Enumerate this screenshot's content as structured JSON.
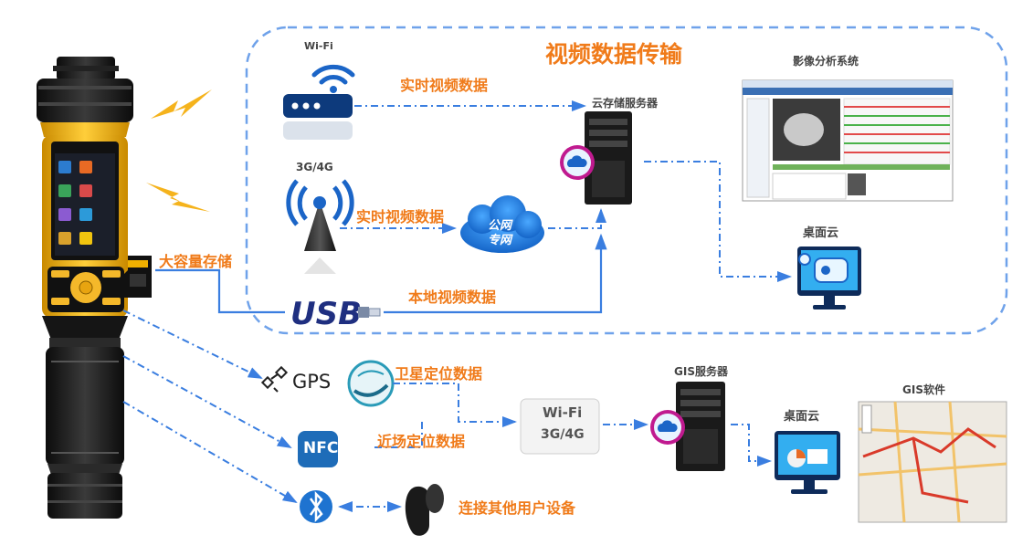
{
  "title": "视频数据传输",
  "devices": {
    "wifi_label": "Wi-Fi",
    "cell_label": "3G/4G",
    "usb_label": "USB"
  },
  "links": {
    "realtime_wifi": "实时视频数据",
    "realtime_cell": "实时视频数据",
    "local_video": "本地视频数据",
    "mass_storage": "大容量存储",
    "sat_positioning": "卫星定位数据",
    "nfc_positioning": "近场定位数据",
    "connect_devices": "连接其他用户设备"
  },
  "nodes": {
    "cloud_server": "云存储服务器",
    "video_system": "影像分析系统",
    "desktop_cloud_1": "桌面云",
    "public_net_line1": "公网",
    "public_net_line2": "专网",
    "gps": "GPS",
    "nfc": "NFC",
    "relay_wifi": "Wi-Fi",
    "relay_cell": "3G/4G",
    "gis_server": "GIS服务器",
    "desktop_cloud_2": "桌面云",
    "gis_software": "GIS软件"
  },
  "colors": {
    "accent": "#f07b1a",
    "dash_blue": "#3a7ee0",
    "device_yellow": "#f2b418",
    "body_black": "#1a1a1a"
  }
}
